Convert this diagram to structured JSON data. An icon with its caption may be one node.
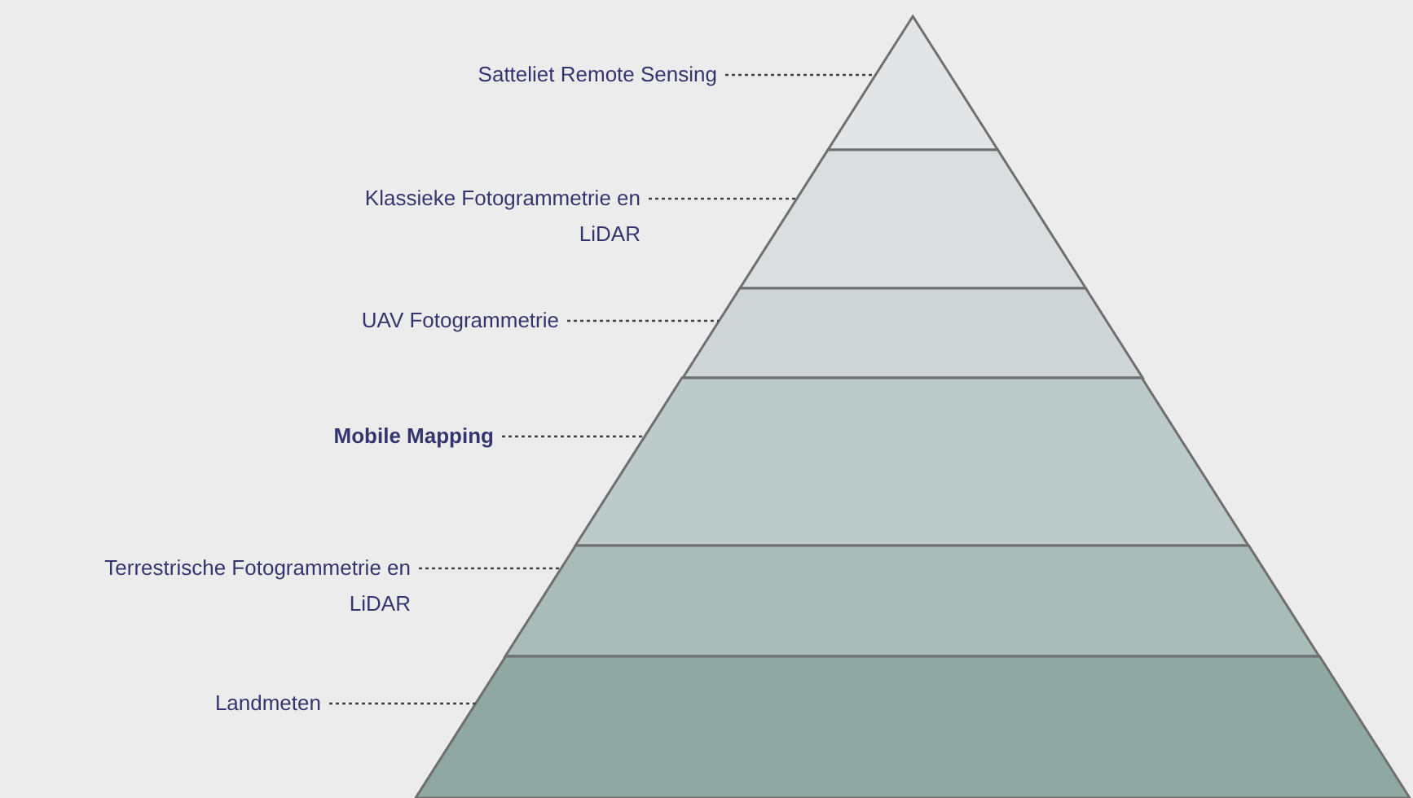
{
  "diagram": {
    "nodes": [
      {
        "text": [
          "Satteliet Remote Sensing"
        ]
      },
      {
        "text": [
          "Klassieke Fotogrammetrie en LiDAR"
        ]
      },
      {
        "text": [
          "UAV Fotogrammetrie"
        ]
      },
      {
        "text": [
          "Mobile Mapping"
        ]
      },
      {
        "text": [
          "Terrestrische Fotogrammetrie en LiDAR"
        ]
      },
      {
        "text": [
          "Landmeten"
        ]
      },
      {
        "text": [],
        "shape": "triangle"
      },
      {
        "text": [],
        "shape": "trapezoid"
      },
      {
        "text": [],
        "shape": "trapezoid"
      },
      {
        "text": [],
        "shape": "trapezoid"
      },
      {
        "text": [],
        "shape": "trapezoid"
      },
      {
        "text": [],
        "shape": "trapezoid"
      }
    ],
    "edges": [
      {
        "from": 0,
        "to": 6,
        "arrow": "none",
        "style": "dashed"
      },
      {
        "from": 1,
        "to": 7,
        "arrow": "none",
        "style": "dashed"
      },
      {
        "from": 2,
        "to": 8,
        "arrow": "none",
        "style": "dashed"
      },
      {
        "from": 3,
        "to": 9,
        "arrow": "none",
        "style": "dashed"
      },
      {
        "from": 4,
        "to": 10,
        "arrow": "none",
        "style": "dashed"
      },
      {
        "from": 5,
        "to": 11,
        "arrow": "none",
        "style": "dashed"
      }
    ]
  }
}
